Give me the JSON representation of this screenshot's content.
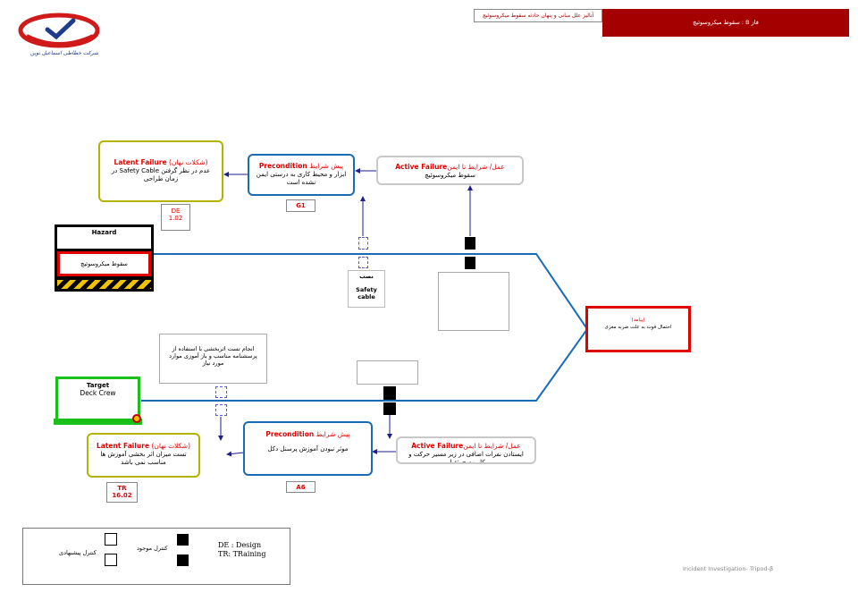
{
  "header": {
    "subtitle": "آنالیز علل مبانی و پنهان حادثه سقوط میکروسوئیچ",
    "phase": "فاز B : سقوط میکروسوئیچ"
  },
  "logo": {
    "company": "شرکت خطاطی اسماعیل نوین"
  },
  "hazard": {
    "title": "Hazard",
    "text": "سقوط میکروسوئیچ"
  },
  "target": {
    "title": "Target",
    "text": "Deck Crew"
  },
  "event": {
    "label": "(پیامد)",
    "text": "احتمال فوت به علت ضربه مغزی"
  },
  "top": {
    "latent": {
      "en": "Latent Failure",
      "fa": " (شکلات نهان)",
      "body": "عدم در نظر گرفتن Safety Cable در زمان طراحی"
    },
    "latent_code": {
      "line1": "DE",
      "line2": "1.02"
    },
    "precondition": {
      "en": "Precondition",
      "fa": " پیش شرایط",
      "body": "ابزار و محیط کاری به درستی ایمن نشده است"
    },
    "precondition_code": "G1",
    "active": {
      "en": "Active Failure",
      "fa": "عمل/ شرایط نا ایمن",
      "body": "سقوط میکروسوئیچ"
    },
    "barrier": {
      "line1": "نصب",
      "line2": "Safety",
      "line3": "cable"
    }
  },
  "bottom": {
    "latent": {
      "en": "Latent Failure",
      "fa": " (شکلات نهان)",
      "body": "تست میزان اثر بخشی آموزش ها مناسب نمی باشد"
    },
    "latent_code": {
      "line1": "TR",
      "line2": "16.02"
    },
    "precondition": {
      "en": "Precondition",
      "fa": " پیش شرایط",
      "body": "موثر نبودن آموزش پرسنل دکل"
    },
    "precondition_code": "A6",
    "active": {
      "en": "Active Failure",
      "fa": "عمل/ شرایط نا ایمن",
      "body": "ایستادن نفرات اضافی در زیر مسیر حرکت و کاربوم جرثقیل"
    },
    "proposal": "انجام تست اثربخشی با استفاده از پرسشنامه مناسب و باز آموزی موارد مورد نیاز"
  },
  "legend": {
    "proposed": "کنترل پیشنهادی",
    "existing": "کنترل موجود",
    "abbr1": "DE : Design",
    "abbr2": "TR: TRaining"
  },
  "footer": "Incident Investigation- Tripod-β",
  "colors": {
    "phase_bg": "#a50000",
    "red": "#e00000",
    "blue": "#1a6bb5",
    "olive": "#b3b300",
    "green": "#19c019",
    "gray": "#c8c8c8"
  }
}
